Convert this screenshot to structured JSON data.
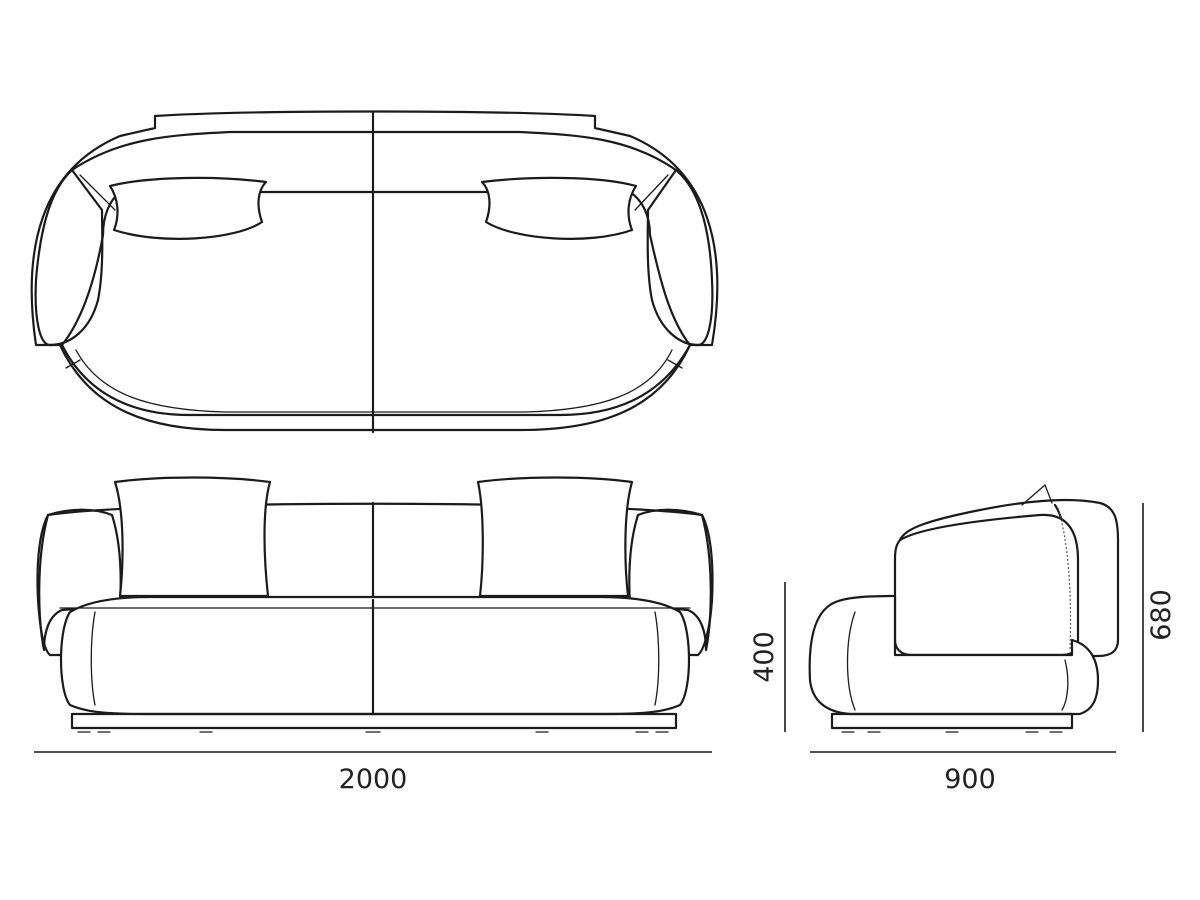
{
  "dimensions": {
    "width_front": "2000",
    "depth_side": "900",
    "seat_height": "400",
    "total_height": "680"
  },
  "colors": {
    "line": "#1b1b1b",
    "background": "#ffffff"
  }
}
